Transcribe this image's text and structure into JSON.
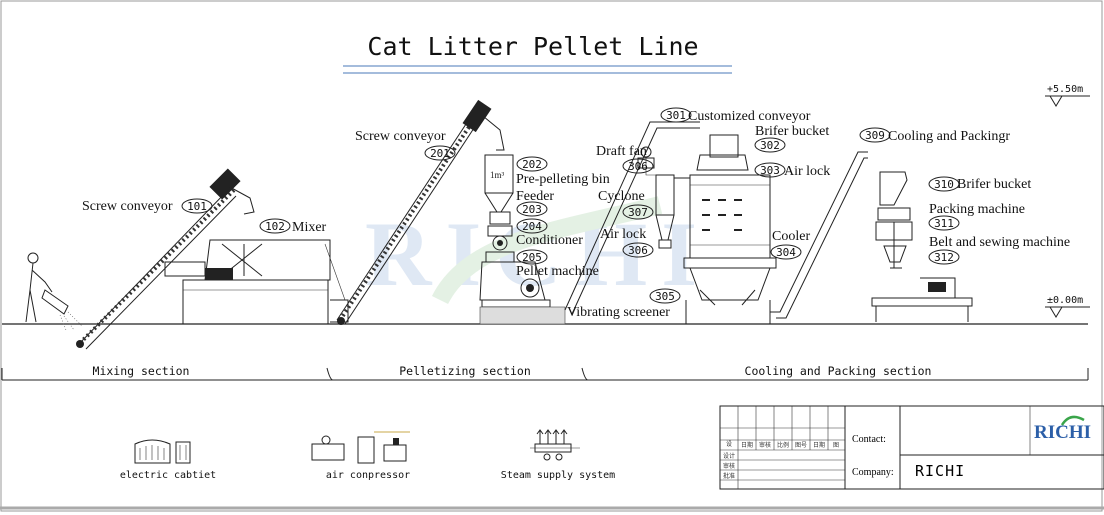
{
  "title": "Cat Litter Pellet Line",
  "levels": {
    "top": "+5.50m",
    "ground": "±0.00m"
  },
  "equipment": [
    {
      "tag": "101",
      "label": "Screw conveyor"
    },
    {
      "tag": "102",
      "label": "Mixer"
    },
    {
      "tag": "201",
      "label": "Screw conveyor"
    },
    {
      "tag": "202",
      "label": "Pre-pelleting bin"
    },
    {
      "tag": "203",
      "label": "Feeder"
    },
    {
      "tag": "204",
      "label": "Conditioner"
    },
    {
      "tag": "205",
      "label": "Pellet machine"
    },
    {
      "tag": "301",
      "label": "Customized conveyor"
    },
    {
      "tag": "302",
      "label": "Brifer bucket"
    },
    {
      "tag": "303",
      "label": "Air lock"
    },
    {
      "tag": "304",
      "label": "Cooler"
    },
    {
      "tag": "305",
      "label": "Vibrating screener"
    },
    {
      "tag": "306",
      "label": "Draft fan"
    },
    {
      "tag": "307",
      "label": "Cyclone"
    },
    {
      "tag": "306",
      "label": "Air lock"
    },
    {
      "tag": "309",
      "label": "Cooling and Packingr"
    },
    {
      "tag": "310",
      "label": "Brifer bucket"
    },
    {
      "tag": "311",
      "label": "Packing machine"
    },
    {
      "tag": "312",
      "label": "Belt and sewing machine"
    }
  ],
  "bin_volume": "1m³",
  "sections": [
    "Mixing section",
    "Pelletizing section",
    "Cooling and Packing section"
  ],
  "utilities": [
    "electric cabtiet",
    "air conpressor",
    "Steam supply system"
  ],
  "title_block": {
    "contact_label": "Contact:",
    "company_label": "Company:",
    "company_value": "RICHI",
    "logo": "RICHI",
    "row_labels": [
      "设",
      "设计",
      "审核",
      "批准"
    ],
    "col_labels": [
      "日期",
      "审核",
      "比例",
      "图号",
      "日期",
      "图"
    ]
  },
  "watermark": "RICHI",
  "colors": {
    "line": "#222222",
    "title_underline": "#4a7ab8",
    "logo_blue": "#2c5fa8",
    "logo_green": "#3aa54a",
    "watermark": "#b9cde6"
  }
}
